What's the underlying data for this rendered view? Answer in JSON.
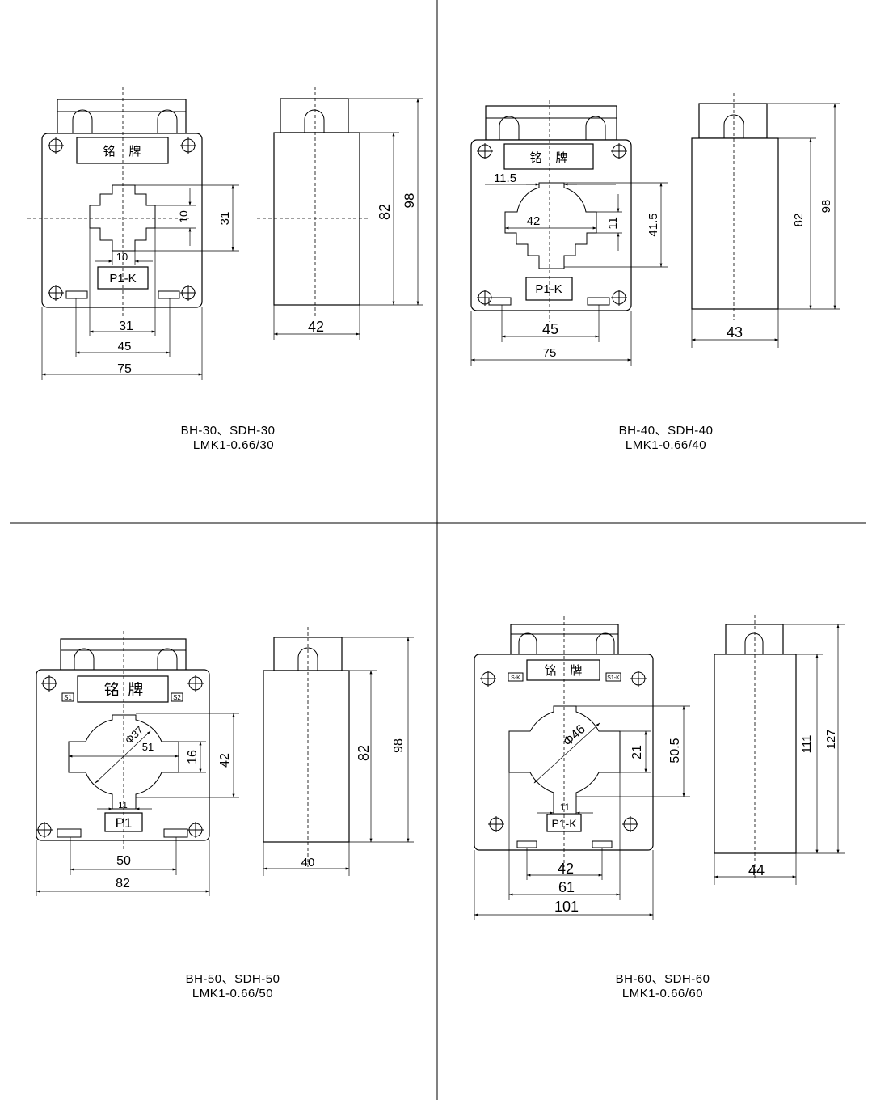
{
  "diagrams": [
    {
      "caption_line1": "BH-30、SDH-30",
      "caption_line2": "LMK1-0.66/30",
      "nameplate": "铭    牌",
      "terminal": "P1-K",
      "dims": {
        "width": "75",
        "mount": "45",
        "window_w": "31",
        "slot": "10",
        "window_h": "31",
        "slot_h": "10",
        "side_body": "82",
        "side_total": "98",
        "depth": "42"
      }
    },
    {
      "caption_line1": "BH-40、SDH-40",
      "caption_line2": "LMK1-0.66/40",
      "nameplate": "铭    牌",
      "terminal": "P1-K",
      "dims": {
        "width": "75",
        "mount": "45",
        "window_w": "42",
        "slot": "11.5",
        "window_h": "41.5",
        "slot_h": "11",
        "side_body": "82",
        "side_total": "98",
        "depth": "43"
      }
    },
    {
      "caption_line1": "BH-50、SDH-50",
      "caption_line2": "LMK1-0.66/50",
      "nameplate": "铭  牌",
      "terminal": "P1",
      "s1": "S1",
      "s2": "S2",
      "dims": {
        "width": "82",
        "mount": "50",
        "window_w": "51",
        "diameter": "Φ37",
        "slot": "11",
        "window_h": "42",
        "slot_h": "16",
        "side_body": "82",
        "side_total": "98",
        "depth": "40"
      }
    },
    {
      "caption_line1": "BH-60、SDH-60",
      "caption_line2": "LMK1-0.66/60",
      "nameplate": "铭    牌",
      "terminal": "P1-K",
      "s1": "S-K",
      "s2": "S1-K",
      "dims": {
        "width": "101",
        "mount": "61",
        "inner": "42",
        "diameter": "Φ46",
        "slot": "11",
        "window_h": "50.5",
        "slot_h": "21",
        "side_body": "111",
        "side_total": "127",
        "depth": "44"
      }
    }
  ]
}
